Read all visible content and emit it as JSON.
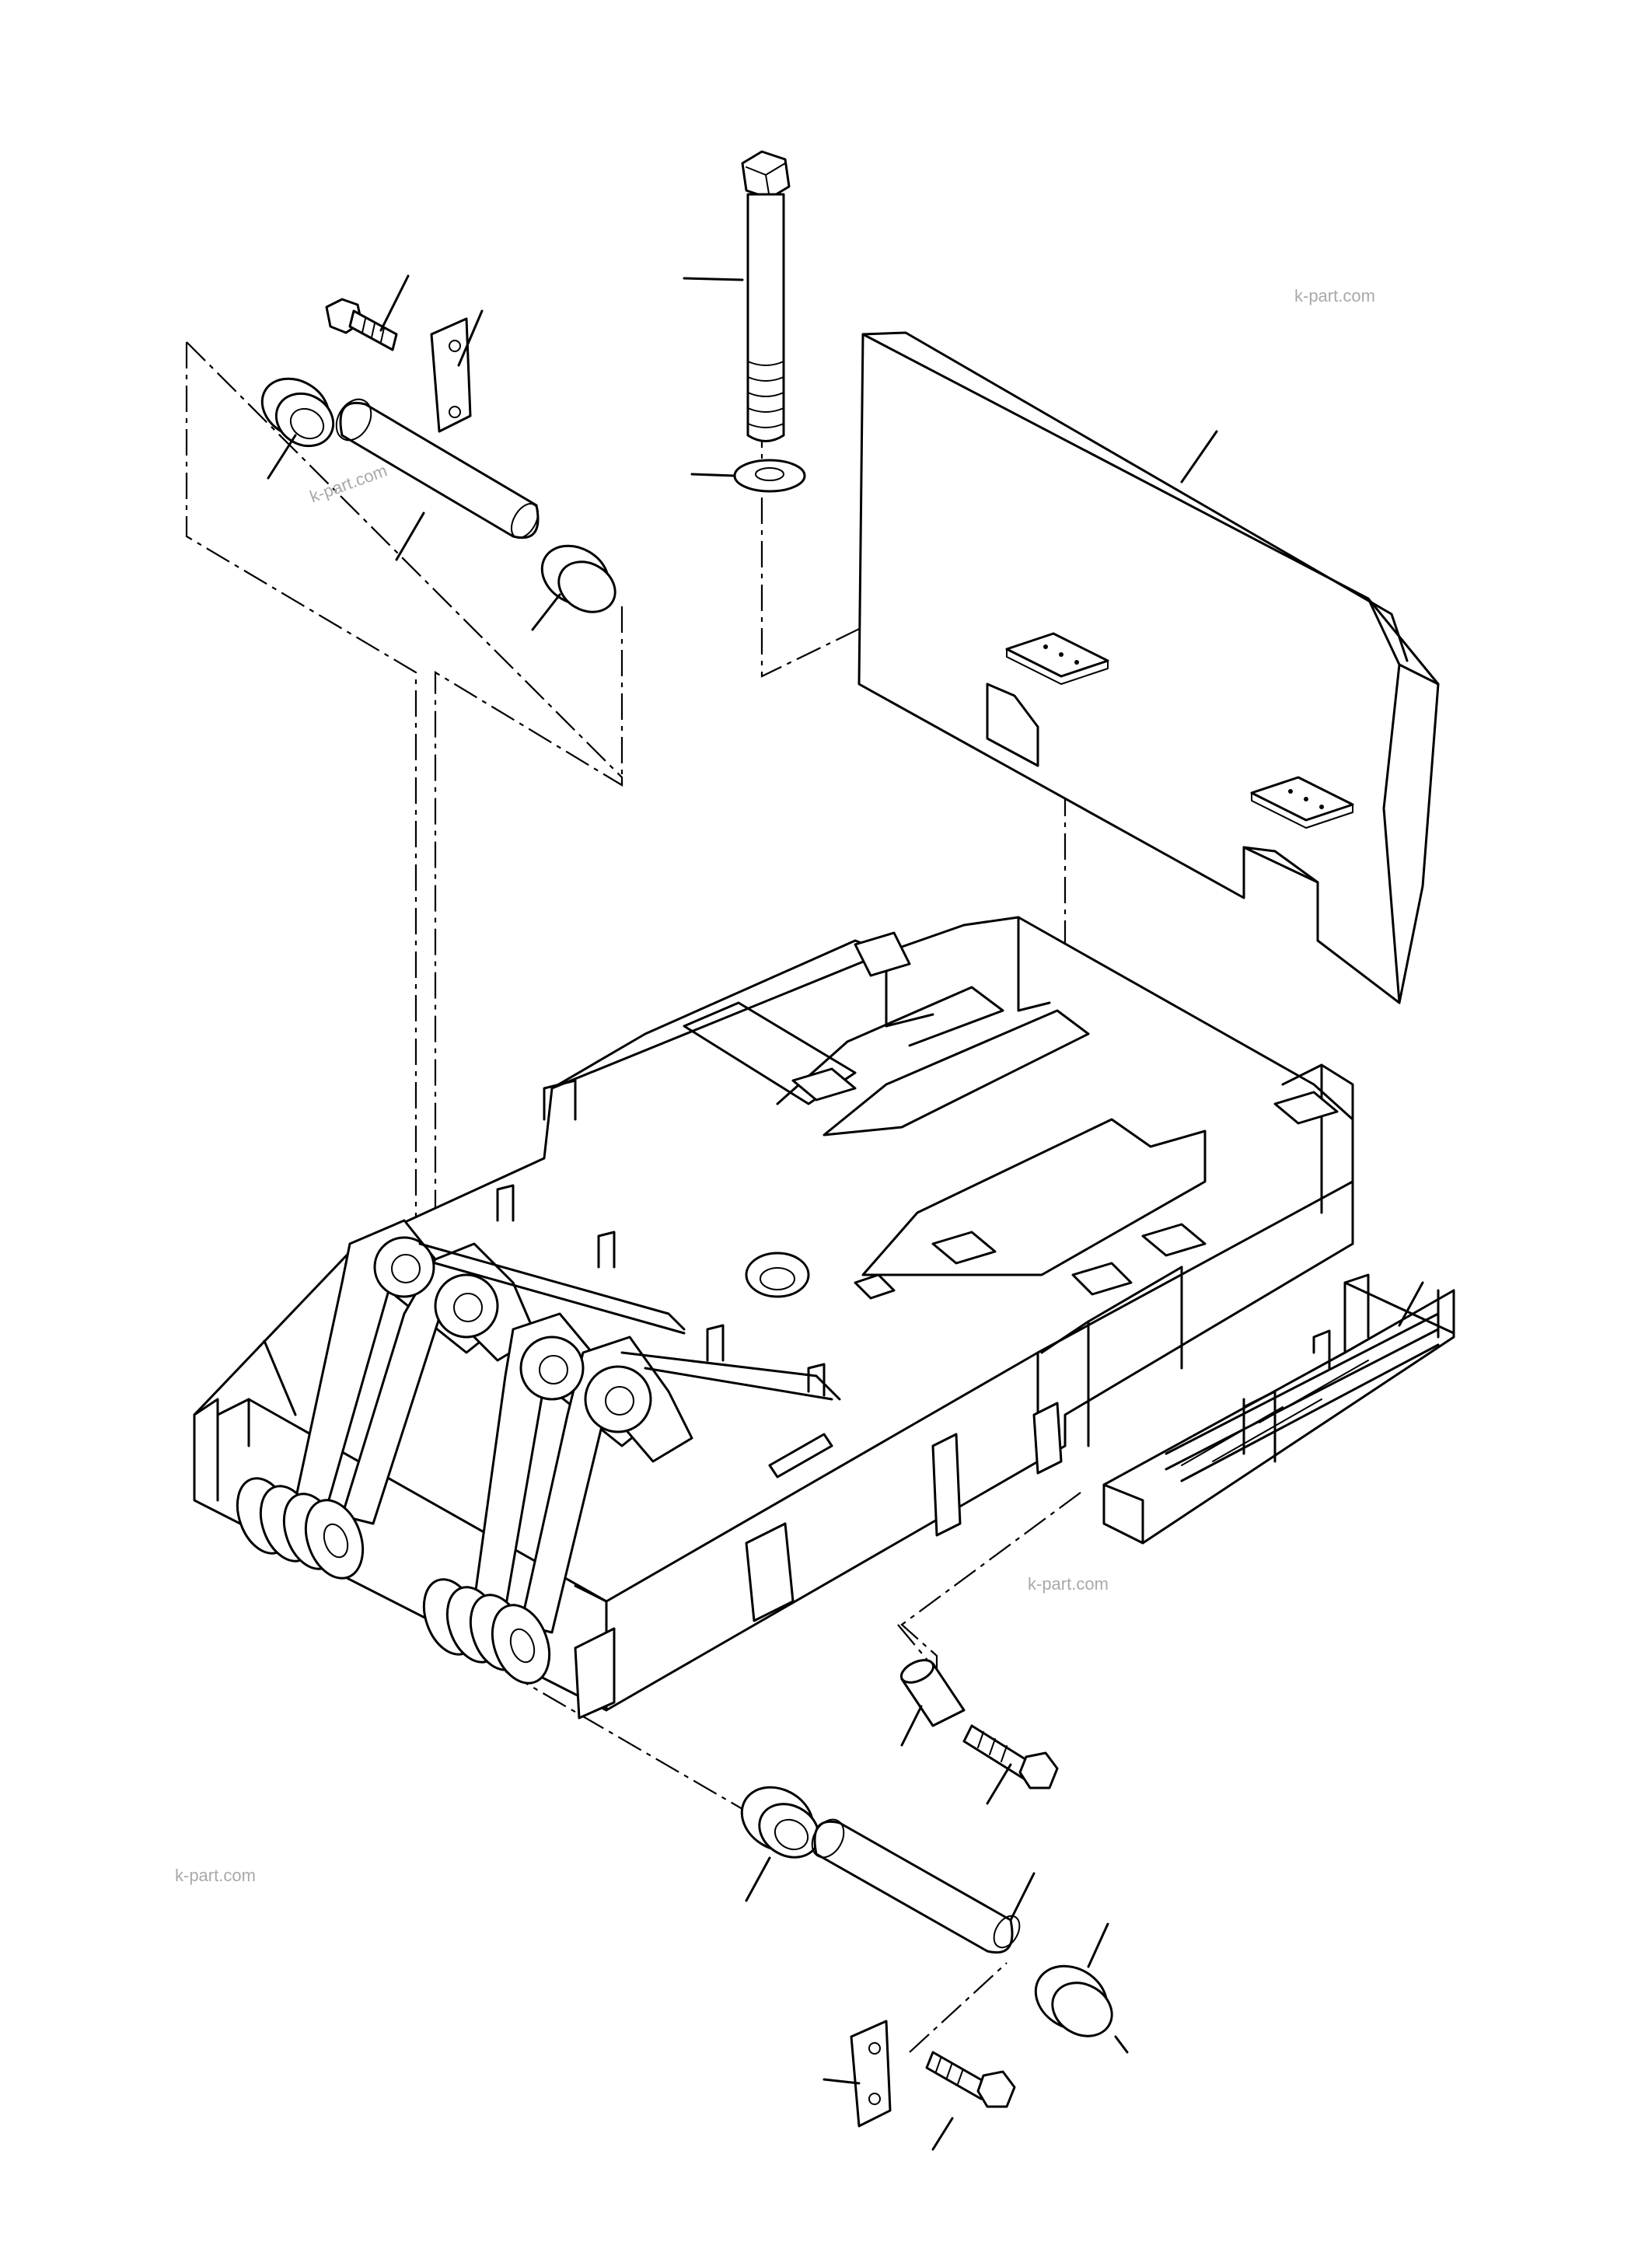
{
  "watermarks": {
    "w1": "k-part.com",
    "w2": "k-part.com",
    "w3": "k-part.com",
    "w4": "k-part.com"
  }
}
